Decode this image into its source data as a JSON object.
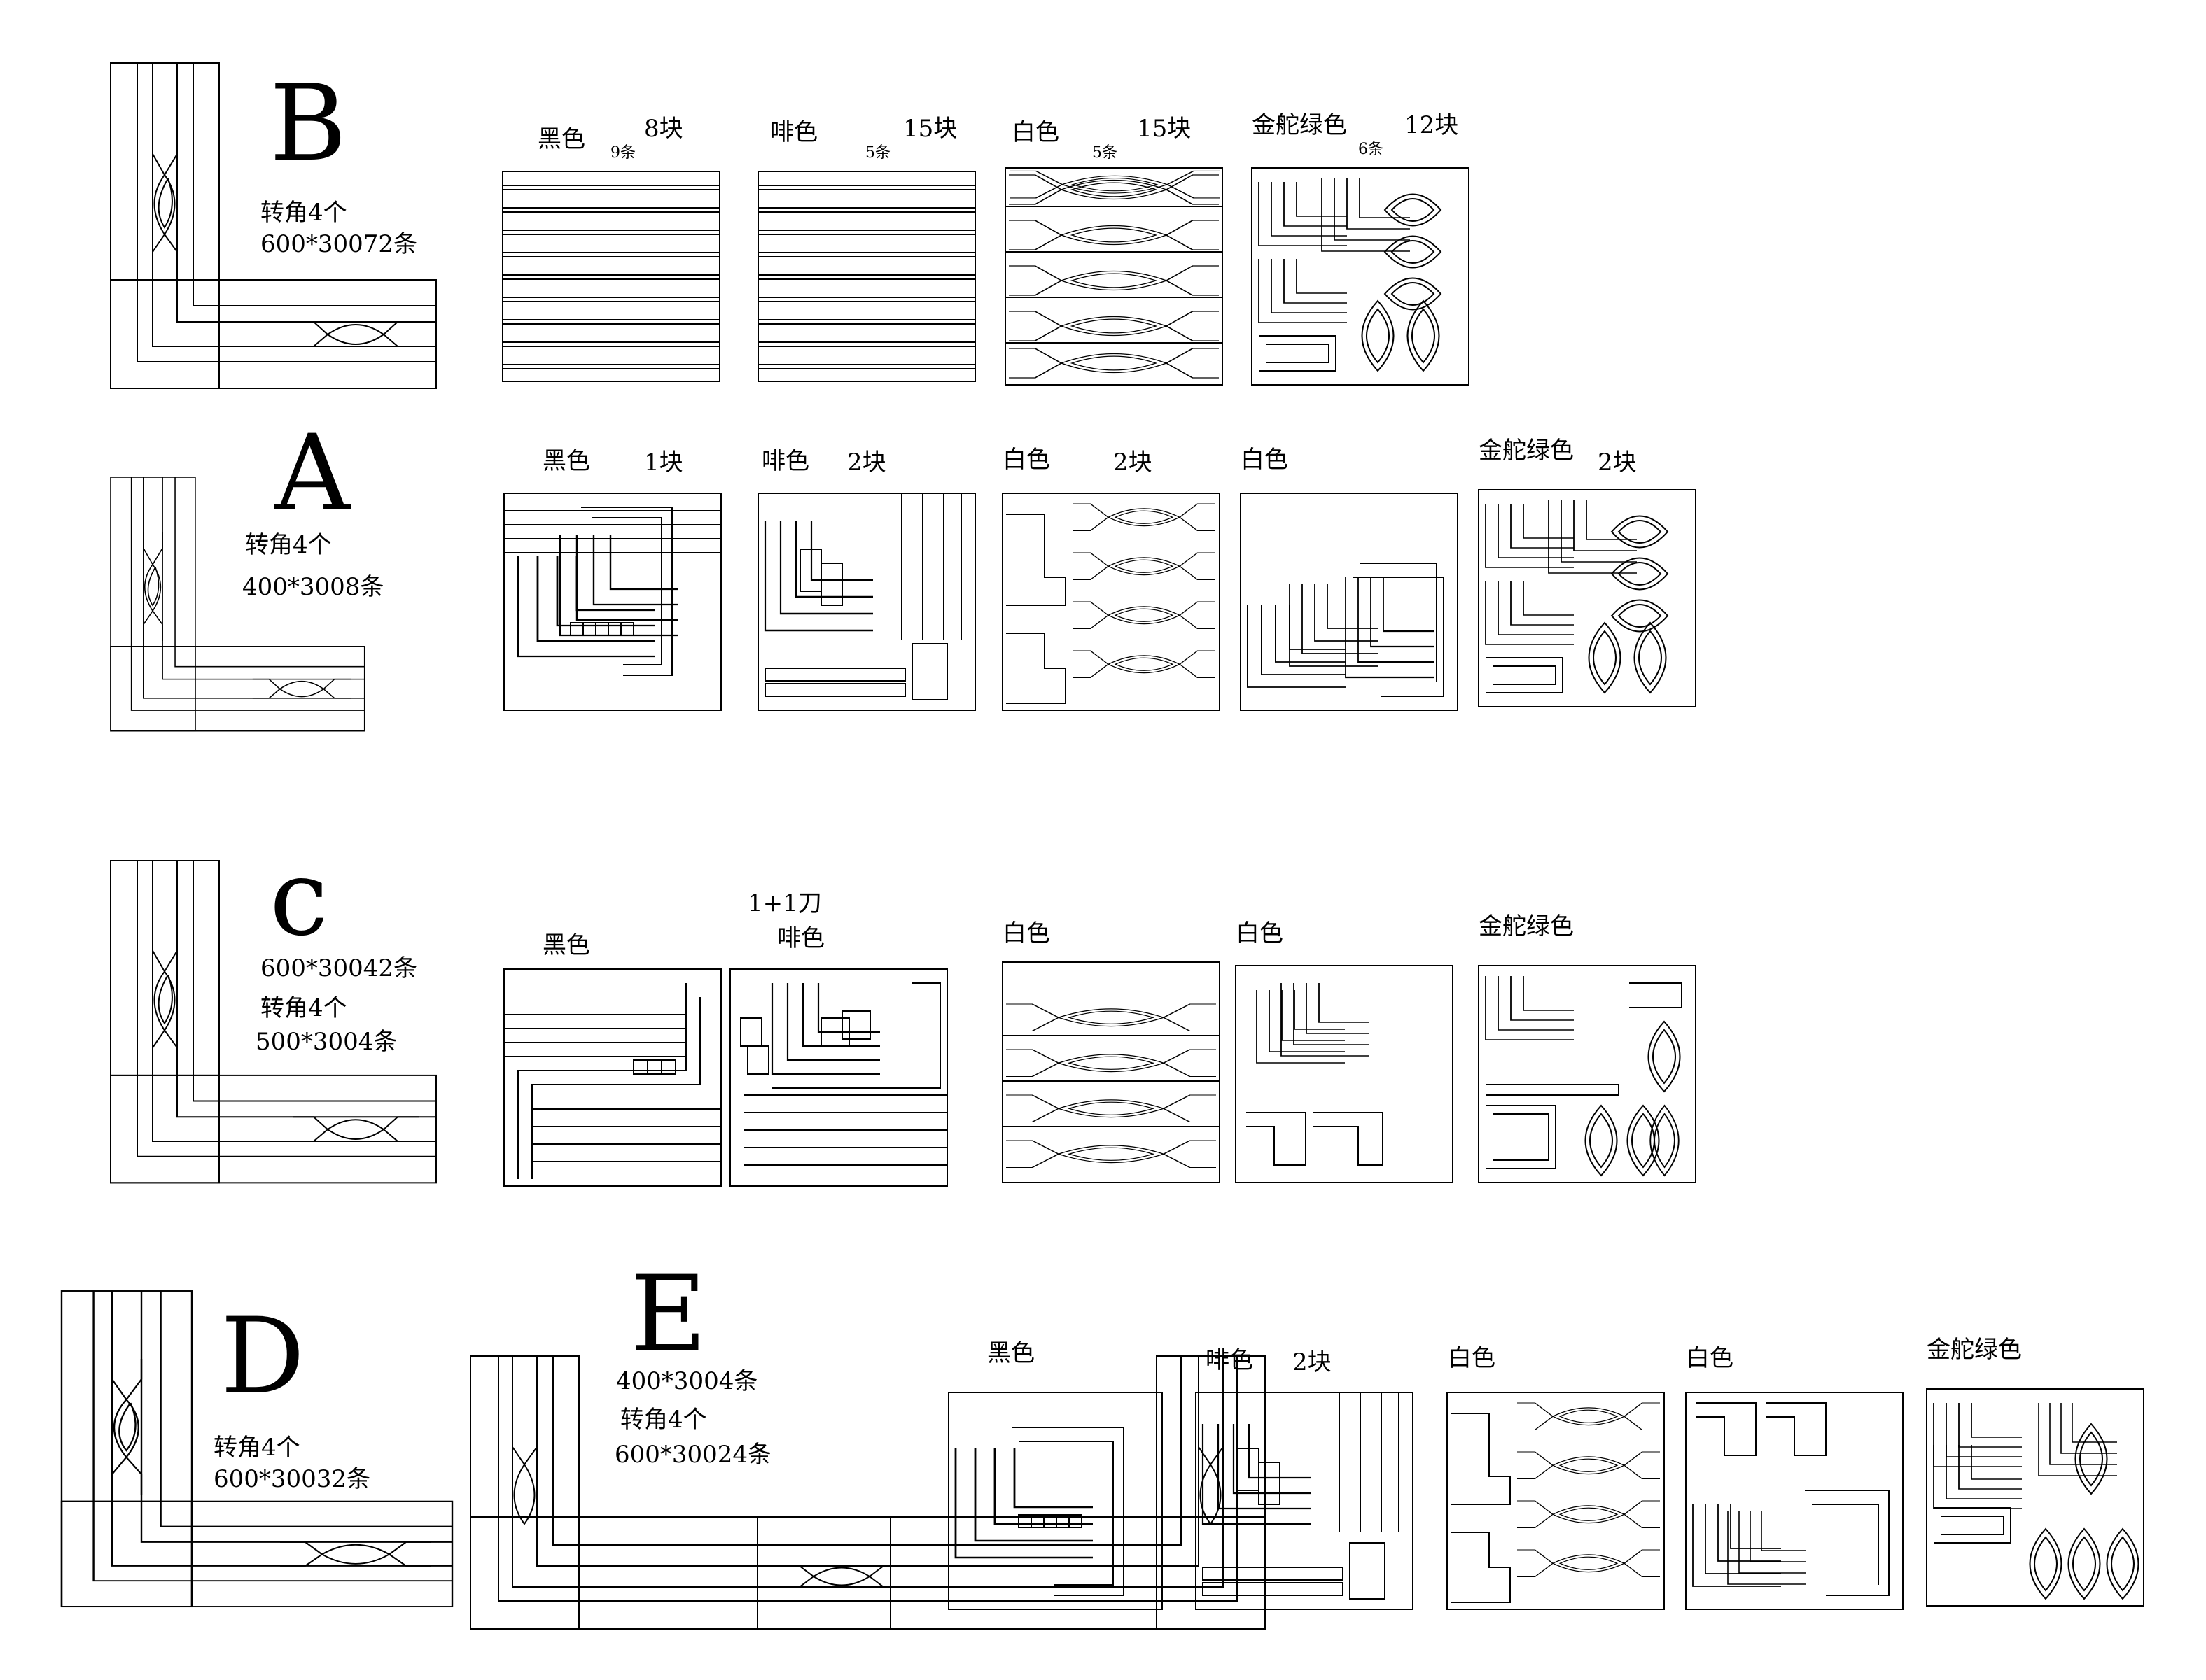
{
  "sections": [
    {
      "id": "B",
      "letter": "B",
      "notes": [
        "转角4个",
        "600*30072条"
      ],
      "panels": [
        {
          "color": "黑色",
          "strips": "9条",
          "count": "8块"
        },
        {
          "color": "啡色",
          "strips": "5条",
          "count": "15块"
        },
        {
          "color": "白色",
          "strips": "5条",
          "count": "15块"
        },
        {
          "color": "金舵绿色",
          "strips": "6条",
          "count": "12块"
        }
      ]
    },
    {
      "id": "A",
      "letter": "A",
      "notes": [
        "转角4个",
        "400*3008条"
      ],
      "panels": [
        {
          "color": "黑色",
          "count": "1块"
        },
        {
          "color": "啡色",
          "count": "2块"
        },
        {
          "color": "白色",
          "count": "2块"
        },
        {
          "color": "白色",
          "count": ""
        },
        {
          "color": "金舵绿色",
          "count": "2块"
        }
      ]
    },
    {
      "id": "C",
      "letter": "c",
      "notes": [
        "600*30042条",
        "转角4个",
        "500*3004条"
      ],
      "knife_note": "1+1刀",
      "panels": [
        {
          "color": "黑色"
        },
        {
          "color": "啡色"
        },
        {
          "color": "白色"
        },
        {
          "color": "白色"
        },
        {
          "color": "金舵绿色"
        }
      ]
    },
    {
      "id": "D",
      "letter": "D",
      "notes": [
        "转角4个",
        "600*30032条"
      ]
    },
    {
      "id": "E",
      "letter": "E",
      "notes": [
        "400*3004条",
        "转角4个",
        "600*30024条"
      ],
      "panels": [
        {
          "color": "黑色"
        },
        {
          "color": "啡色",
          "count": "2块"
        },
        {
          "color": "白色"
        },
        {
          "color": "白色"
        },
        {
          "color": "金舵绿色"
        }
      ]
    }
  ]
}
